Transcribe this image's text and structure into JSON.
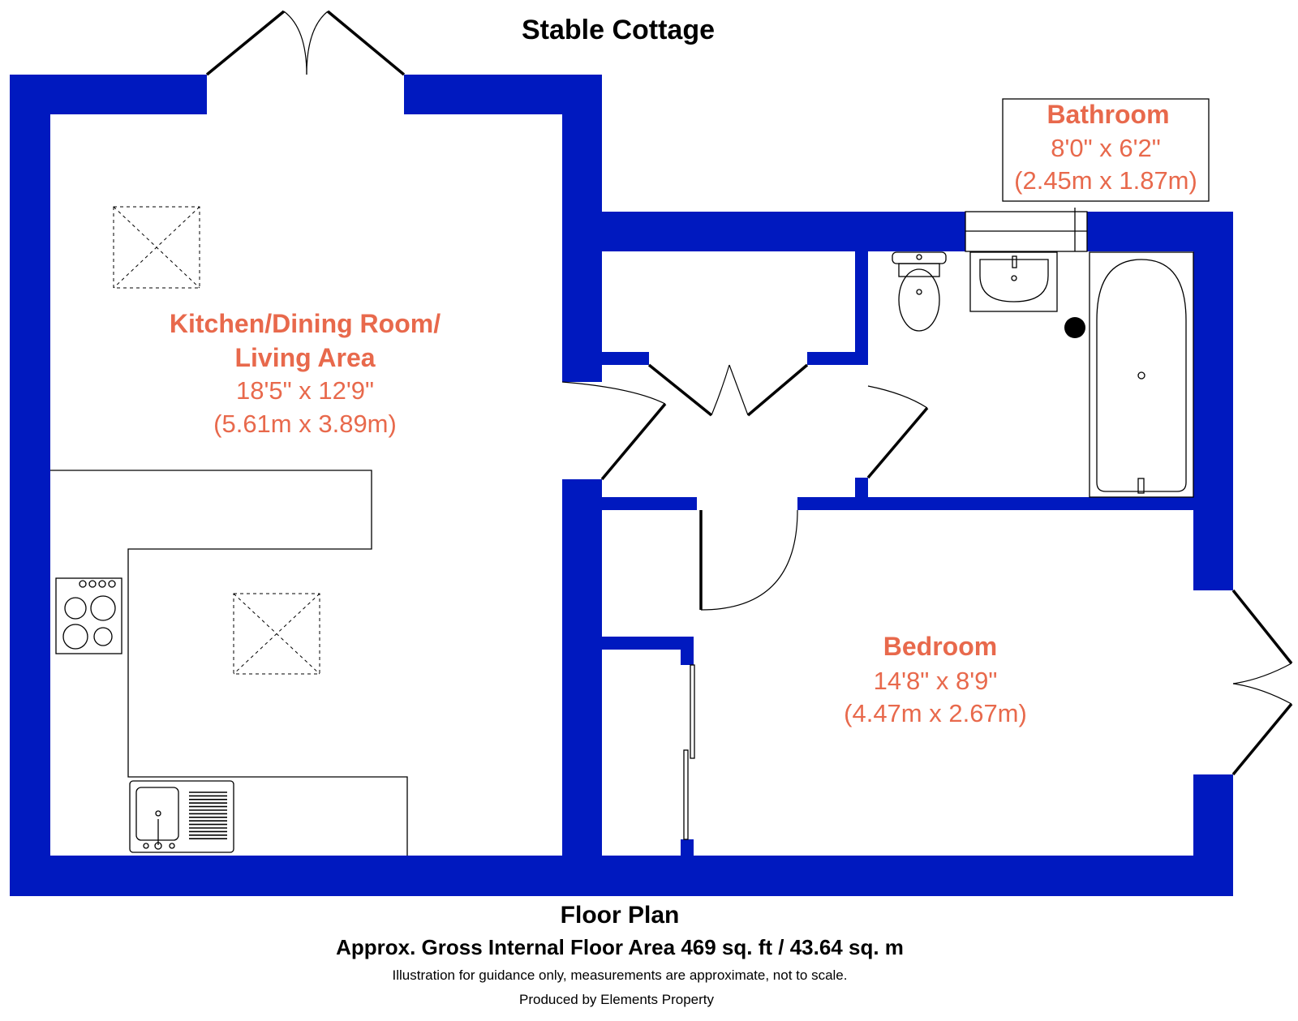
{
  "title": "Stable Cottage",
  "colors": {
    "wall": "#0019BF",
    "room_label": "#E8694C",
    "background": "#FFFFFF",
    "text": "#000000"
  },
  "rooms": [
    {
      "name_line1": "Kitchen/Dining Room/",
      "name_line2": "Living Area",
      "imperial": "18'5\" x 12'9\"",
      "metric": "(5.61m x 3.89m)"
    },
    {
      "name_line1": "Bathroom",
      "imperial": "8'0\" x 6'2\"",
      "metric": "(2.45m x 1.87m)"
    },
    {
      "name_line1": "Bedroom",
      "imperial": "14'8\" x 8'9\"",
      "metric": "(4.47m x 2.67m)"
    }
  ],
  "footer": {
    "heading": "Floor Plan",
    "area": "Approx. Gross Internal Floor Area 469 sq. ft / 43.64 sq. m",
    "disclaimer": "Illustration for guidance only, measurements are approximate, not to scale.",
    "credit": "Produced by Elements Property"
  },
  "fixtures": [
    "skylight-icon",
    "hob-icon",
    "sink-icon",
    "toilet-icon",
    "basin-icon",
    "bath-icon",
    "soil-pipe-icon"
  ]
}
